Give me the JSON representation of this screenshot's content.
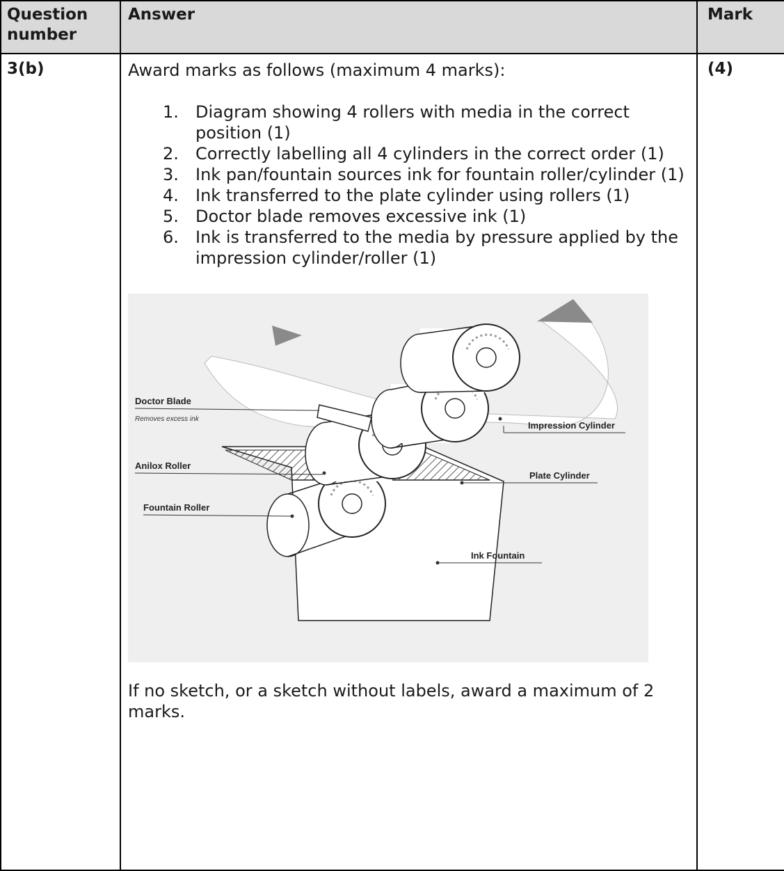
{
  "header": {
    "question": "Question number",
    "answer": "Answer",
    "mark": "Mark"
  },
  "row": {
    "question_number": "3(b)",
    "mark": "(4)",
    "intro": "Award marks as follows (maximum 4 marks):",
    "criteria": [
      {
        "num": "1.",
        "text": "Diagram showing 4 rollers with media in the correct position (1)"
      },
      {
        "num": "2.",
        "text": "Correctly labelling all 4 cylinders in the correct order (1)"
      },
      {
        "num": "3.",
        "text": "Ink pan/fountain sources ink for fountain roller/cylinder (1)"
      },
      {
        "num": "4.",
        "text": "Ink transferred to the plate cylinder using rollers (1)"
      },
      {
        "num": "5.",
        "text": "Doctor blade removes excessive ink (1)"
      },
      {
        "num": "6.",
        "text": "Ink is transferred to the media by pressure applied by the impression cylinder/roller (1)"
      }
    ],
    "note": "If no sketch, or a sketch without labels, award a maximum of 2 marks."
  },
  "diagram": {
    "labels": {
      "doctor_blade": "Doctor Blade",
      "doctor_blade_sub": "Removes excess ink",
      "anilox_roller": "Anilox Roller",
      "fountain_roller": "Fountain Roller",
      "impression_cylinder": "Impression Cylinder",
      "plate_cylinder": "Plate Cylinder",
      "ink_fountain": "Ink Fountain"
    }
  }
}
